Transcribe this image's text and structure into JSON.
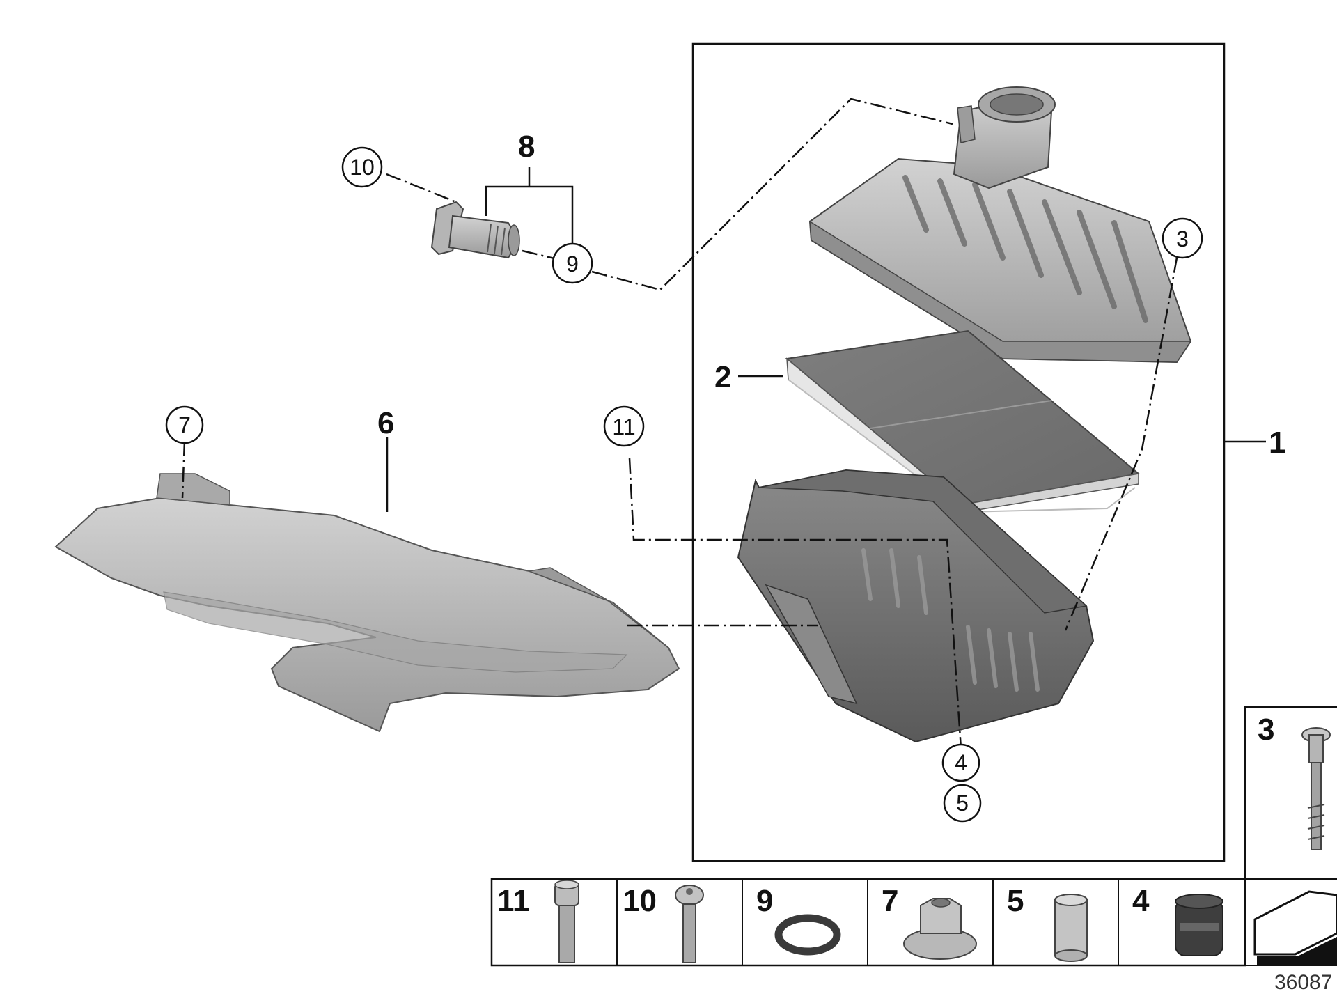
{
  "callouts": {
    "c1": "1",
    "c2": "2",
    "c3": "3",
    "c4": "4",
    "c5": "5",
    "c6": "6",
    "c7": "7",
    "c8": "8",
    "c9": "9",
    "c10": "10",
    "c11": "11"
  },
  "parts_table": [
    {
      "label": "11",
      "icon": "hex-socket-bolt-icon"
    },
    {
      "label": "10",
      "icon": "torx-screw-icon"
    },
    {
      "label": "9",
      "icon": "o-ring-icon"
    },
    {
      "label": "7",
      "icon": "hex-nut-icon"
    },
    {
      "label": "5",
      "icon": "sleeve-bushing-icon"
    },
    {
      "label": "4",
      "icon": "rubber-grommet-icon"
    }
  ],
  "side_panel": {
    "label": "3",
    "icon": "screw-icon"
  },
  "corner_icon": "direction-arrow-icon",
  "reference_number": "36087",
  "colors": {
    "line": "#111111",
    "part_light": "#bdbdbd",
    "part_mid": "#8f8f8f",
    "part_dark": "#5e5e5e"
  }
}
